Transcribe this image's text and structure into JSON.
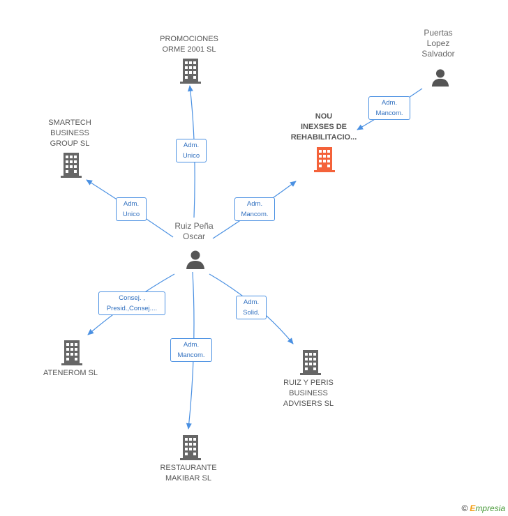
{
  "colors": {
    "edge": "#4a90e2",
    "building": "#666666",
    "focus_building": "#f4623a",
    "person": "#555555"
  },
  "center": {
    "name": "Ruiz Peña\nOscar"
  },
  "other_person": {
    "name": "Puertas\nLopez\nSalvador"
  },
  "companies": {
    "promociones": "PROMOCIONES\nORME 2001 SL",
    "smartech": "SMARTECH\nBUSINESS\nGROUP  SL",
    "nou": "NOU\nINEXSES DE\nREHABILITACIO...",
    "ateneromo": "ATENEROM SL",
    "restaurante": "RESTAURANTE\nMAKIBAR SL",
    "ruizperis": "RUIZ Y PERIS\nBUSINESS\nADVISERS  SL"
  },
  "roles": {
    "promociones": "Adm.\nUnico",
    "smartech": "Adm.\nUnico",
    "nou": "Adm.\nMancom.",
    "puertas_nou": "Adm.\nMancom.",
    "ateneromo": "Consej. ,\nPresid.,Consej....",
    "restaurante": "Adm.\nMancom.",
    "ruizperis": "Adm.\nSolid."
  },
  "brand": {
    "copyright": "©",
    "first": "E",
    "rest": "mpresia"
  }
}
